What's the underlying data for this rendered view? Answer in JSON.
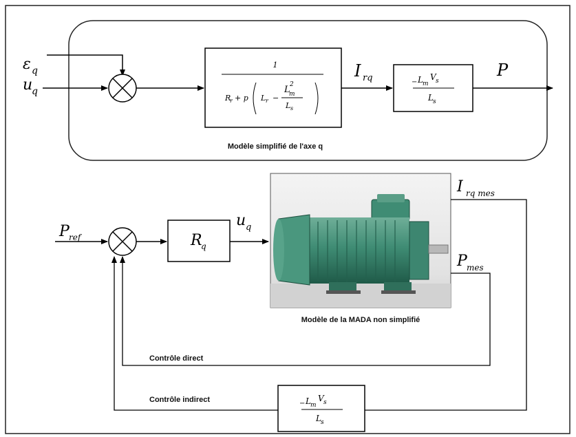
{
  "diagram": {
    "simplified_model": {
      "caption": "Modèle simplifié de l'axe q",
      "inputs": {
        "epsilon": "ε",
        "epsilon_sub": "q",
        "u": "u",
        "u_sub": "q"
      },
      "transfer_block": {
        "numerator": "1",
        "den_r": "R",
        "den_r_sub": "r",
        "den_plus_p": "+ p",
        "den_l": "L",
        "den_l_sub": "r",
        "den_minus": "−",
        "frac_num": "L",
        "frac_num_sub": "m",
        "frac_num_sup": "2",
        "frac_den": "L",
        "frac_den_sub": "s"
      },
      "intermediate": {
        "label": "I",
        "sub": "rq"
      },
      "gain_block": {
        "num_l": "L",
        "num_l_sub": "m",
        "num_v": "V",
        "num_v_sub": "s",
        "den": "L",
        "den_sub": "s",
        "sign": "−"
      },
      "output": {
        "label": "P"
      }
    },
    "control_loop": {
      "reference": {
        "label": "P",
        "sub": "ref"
      },
      "controller": {
        "label": "R",
        "sub": "q"
      },
      "command": {
        "label": "u",
        "sub": "q"
      },
      "machine_caption": "Modèle de la MADA non simplifié",
      "measured_current": {
        "label": "I",
        "sub": "rq mes"
      },
      "measured_power": {
        "label": "P",
        "sub": "mes"
      },
      "direct_label": "Contrôle direct",
      "indirect_label": "Contrôle indirect",
      "feedback_block": {
        "num_l": "L",
        "num_l_sub": "m",
        "num_v": "V",
        "num_v_sub": "s",
        "den": "L",
        "den_sub": "s",
        "sign": "−"
      }
    }
  }
}
